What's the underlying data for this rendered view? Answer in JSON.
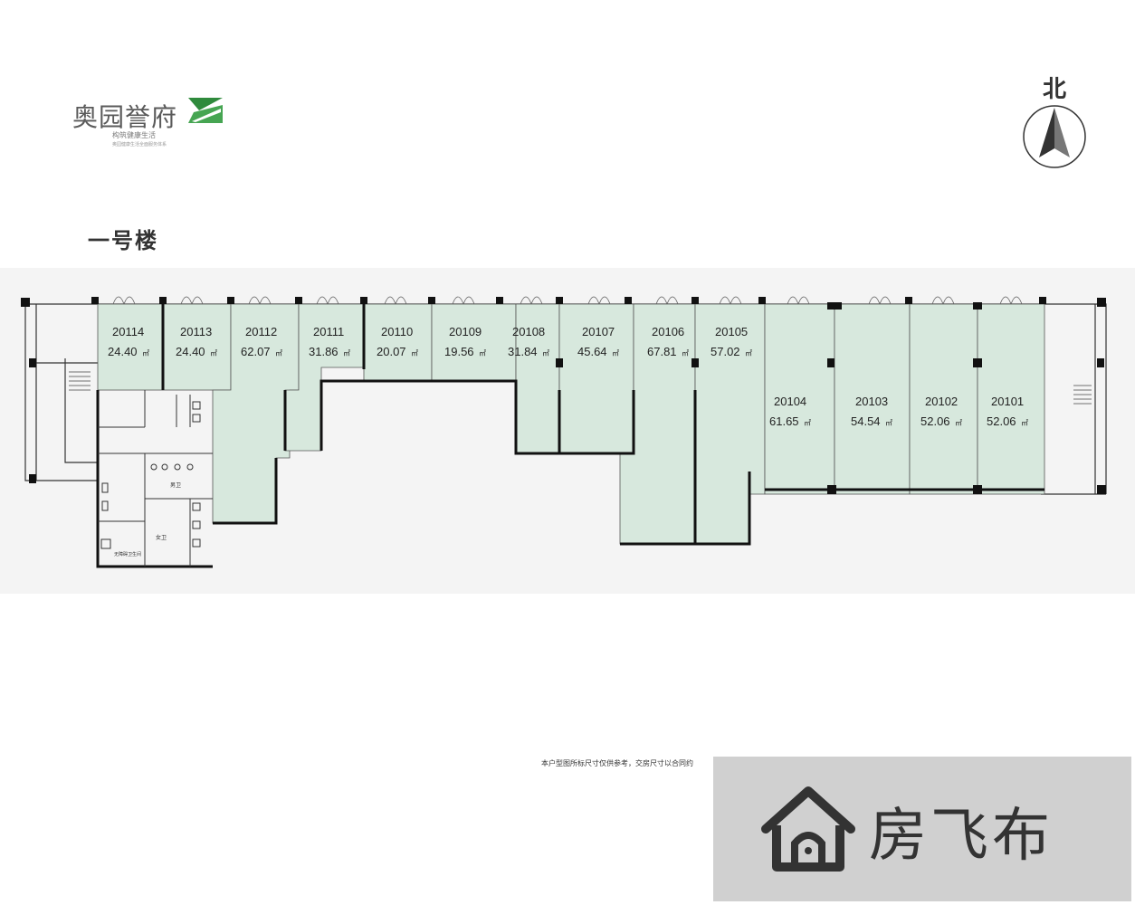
{
  "logo": {
    "name": "奥园誉府",
    "tagline": "构筑健康生活",
    "subline": "奥园健康生活全面服务体系"
  },
  "compass": {
    "label": "北"
  },
  "building": {
    "title": "一号楼"
  },
  "units": [
    {
      "code": "20114",
      "area": "24.40",
      "unit": "㎡"
    },
    {
      "code": "20113",
      "area": "24.40",
      "unit": "㎡"
    },
    {
      "code": "20112",
      "area": "62.07",
      "unit": "㎡"
    },
    {
      "code": "20111",
      "area": "31.86",
      "unit": "㎡"
    },
    {
      "code": "20110",
      "area": "20.07",
      "unit": "㎡"
    },
    {
      "code": "20109",
      "area": "19.56",
      "unit": "㎡"
    },
    {
      "code": "20108",
      "area": "31.84",
      "unit": "㎡"
    },
    {
      "code": "20107",
      "area": "45.64",
      "unit": "㎡"
    },
    {
      "code": "20106",
      "area": "67.81",
      "unit": "㎡"
    },
    {
      "code": "20105",
      "area": "57.02",
      "unit": "㎡"
    },
    {
      "code": "20104",
      "area": "61.65",
      "unit": "㎡"
    },
    {
      "code": "20103",
      "area": "54.54",
      "unit": "㎡"
    },
    {
      "code": "20102",
      "area": "52.06",
      "unit": "㎡"
    },
    {
      "code": "20101",
      "area": "52.06",
      "unit": "㎡"
    }
  ],
  "restroom_labels": {
    "male": "男卫",
    "female": "女卫",
    "accessible": "无障碍卫生间"
  },
  "note": "本户型图所标尺寸仅供参考，交房尺寸以合同约",
  "watermark": {
    "text": "房飞布"
  },
  "colors": {
    "unit_fill": "#d7e8dd",
    "wall": "#111111",
    "band": "#f4f4f4"
  }
}
